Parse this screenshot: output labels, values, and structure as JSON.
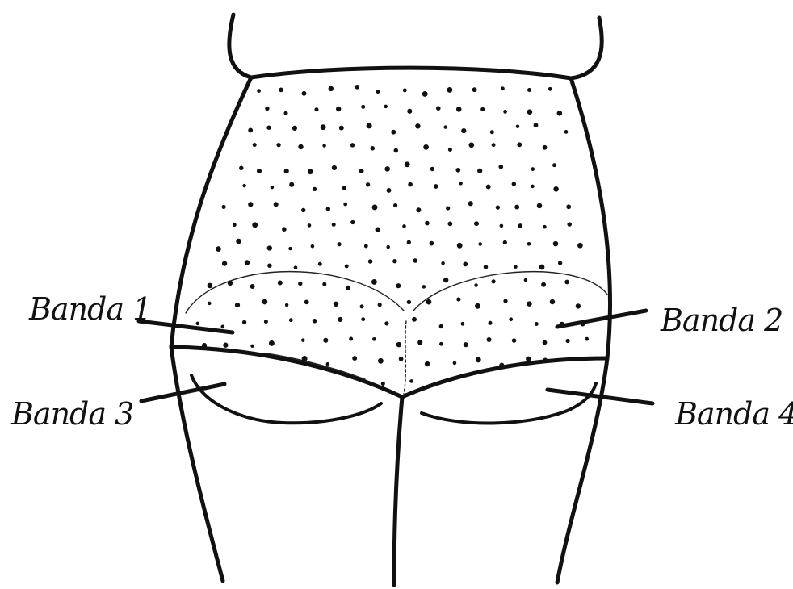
{
  "diagram": {
    "labels": {
      "band1": "Banda 1",
      "band2": "Banda 2",
      "band3": "Banda 3",
      "band4": "Banda 4"
    },
    "colors": {
      "ink": "#111111",
      "background": "#ffffff"
    }
  }
}
